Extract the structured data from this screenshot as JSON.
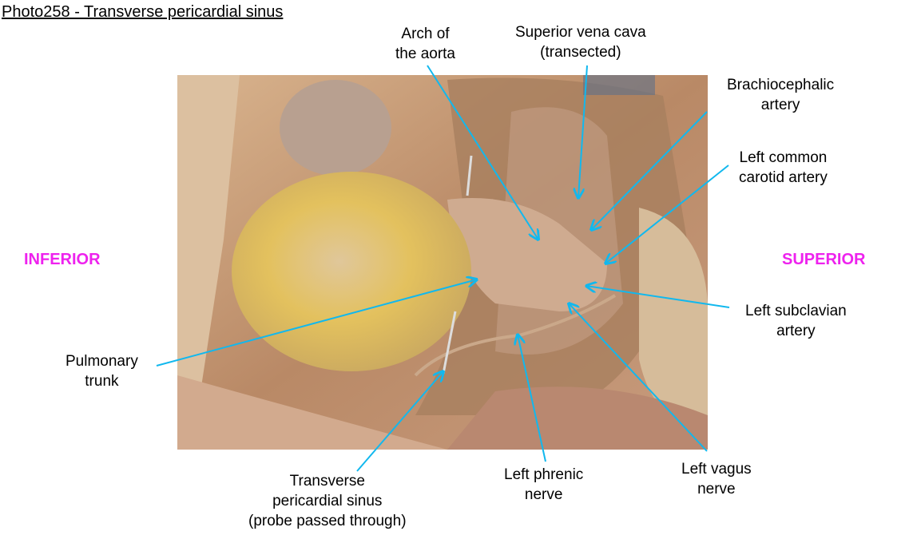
{
  "title": "Photo258 - Transverse pericardial sinus",
  "orientation": {
    "left": "INFERIOR",
    "right": "SUPERIOR"
  },
  "labels": {
    "arch_aorta": [
      "Arch of",
      "the aorta"
    ],
    "svc": [
      "Superior vena cava",
      "(transected)"
    ],
    "brachiocephalic": [
      "Brachiocephalic",
      "artery"
    ],
    "left_common_carotid": [
      "Left common",
      "carotid artery"
    ],
    "pulmonary_trunk": [
      "Pulmonary",
      "trunk"
    ],
    "left_subclavian": [
      "Left subclavian",
      "artery"
    ],
    "transverse_sinus": [
      "Transverse",
      "pericardial sinus",
      "(probe passed through)"
    ],
    "left_phrenic": [
      "Left phrenic",
      "nerve"
    ],
    "left_vagus": [
      "Left vagus",
      "nerve"
    ]
  },
  "colors": {
    "leader": "#11b8ee",
    "orientation": "#ee22ee"
  }
}
